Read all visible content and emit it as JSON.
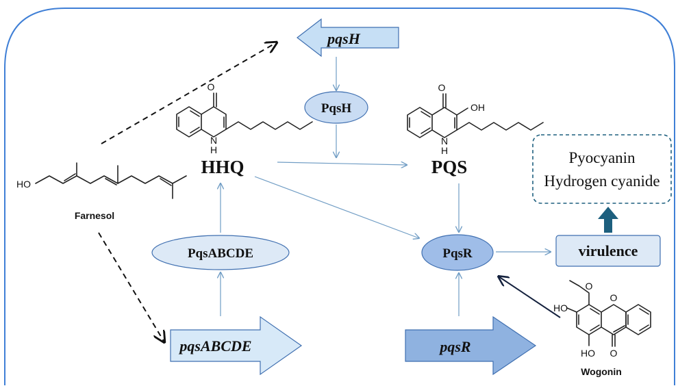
{
  "colors": {
    "frame": "#3f7fd6",
    "flow_arrow": "#6f9cc4",
    "gene_fill_light": "#d7e9f8",
    "gene_fill_mid": "#c6dff5",
    "gene_fill_dark": "#8fb2e0",
    "node_stroke": "#3f6fb0",
    "ellipse_fill_light": "#dde9f6",
    "ellipse_fill_mid": "#c9dcf3",
    "ellipse_fill_dark": "#9fbde8",
    "outcome_arrow": "#1d5f7e",
    "inhibitor_arrow": "#14213d",
    "dashed_arrow": "#111111"
  },
  "genes": {
    "pqsH": "pqsH",
    "pqsABCDE": "pqsABCDE",
    "pqsR": "pqsR"
  },
  "proteins": {
    "PqsH": "PqsH",
    "PqsABCDE": "PqsABCDE",
    "PqsR": "PqsR"
  },
  "molecules": {
    "HHQ": "HHQ",
    "PQS": "PQS",
    "farnesol": "Farnesol",
    "wogonin": "Wogonin"
  },
  "atoms": {
    "oxygen": "O",
    "hydroxyl": "OH",
    "nh_n": "N",
    "nh_h": "H",
    "ho": "HO"
  },
  "outcomes": {
    "virulence": "virulence",
    "products": [
      "Pyocyanin",
      "Hydrogen cyanide"
    ]
  }
}
